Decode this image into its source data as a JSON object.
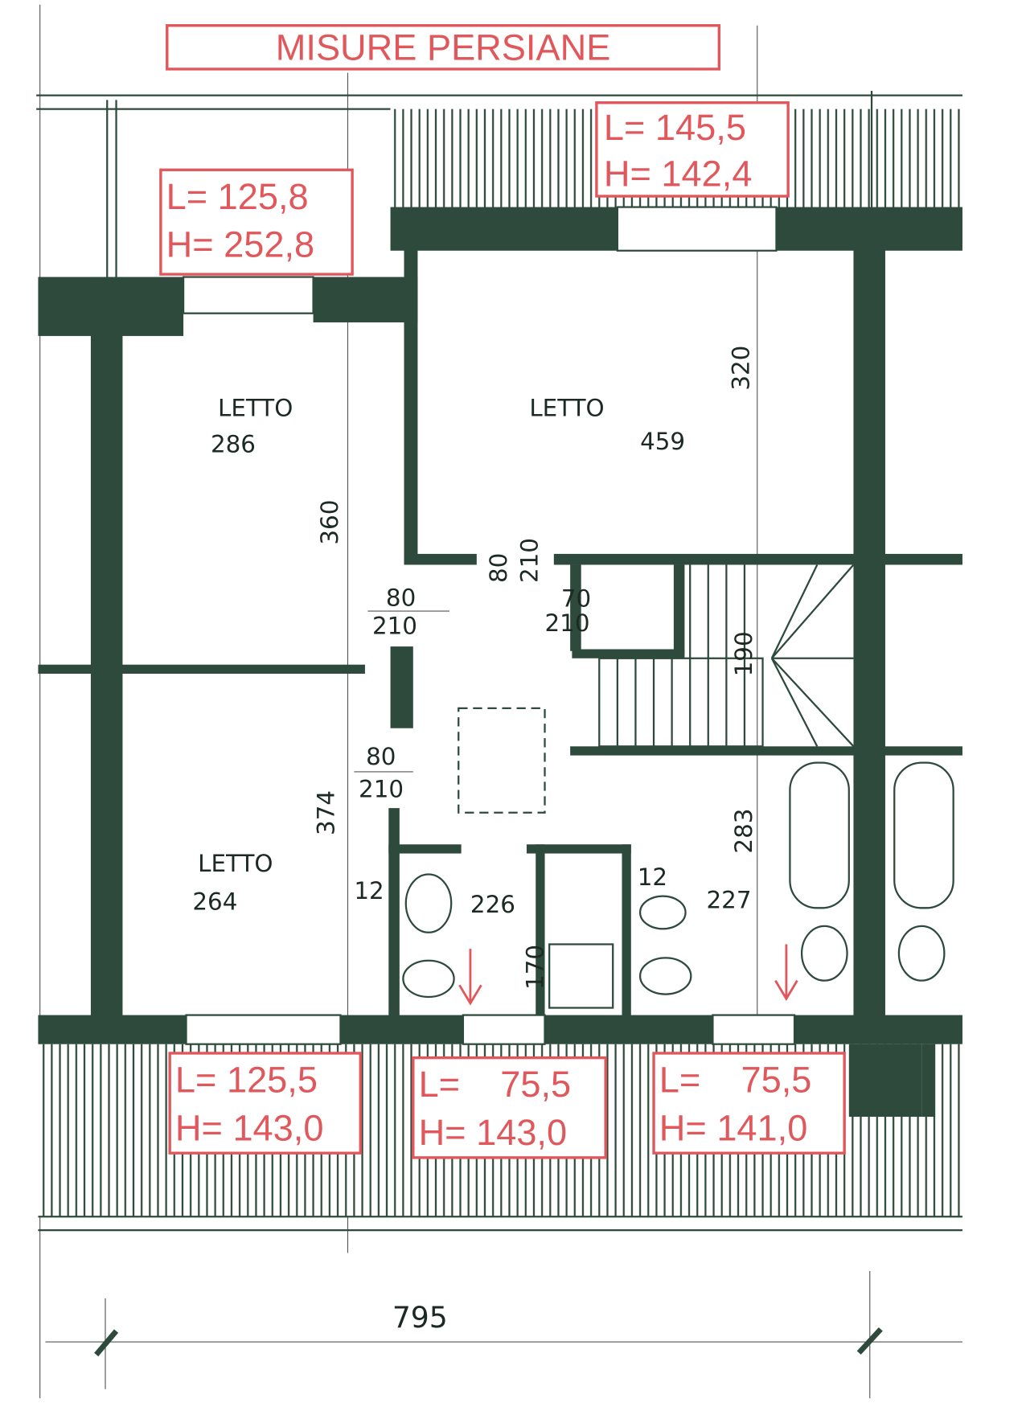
{
  "title": "MISURE PERSIANE",
  "shutters": [
    {
      "id": "top-right",
      "L": "L= 145,5",
      "H": "H= 142,4"
    },
    {
      "id": "top-left",
      "L": "L= 125,8",
      "H": "H= 252,8"
    },
    {
      "id": "bottom-left",
      "L": "L= 125,5",
      "H": "H= 143,0"
    },
    {
      "id": "bottom-middle",
      "L": "L=    75,5",
      "H": "H= 143,0"
    },
    {
      "id": "bottom-right",
      "L": "L=    75,5",
      "H": "H= 141,0"
    }
  ],
  "rooms": [
    {
      "name": "LETTO",
      "width": "286",
      "depth": "360"
    },
    {
      "name": "LETTO",
      "width": "459",
      "depth": "320"
    },
    {
      "name": "LETTO",
      "width": "264",
      "depth": "374"
    }
  ],
  "doors": [
    {
      "w": "80",
      "h": "210"
    },
    {
      "w": "80",
      "h": "210"
    },
    {
      "w": "80",
      "h": "210"
    },
    {
      "w": "70",
      "h": "210"
    }
  ],
  "dimensions": {
    "stairs": "190",
    "bath_depth": "283",
    "bath1_wall": "12",
    "bath1_width": "226",
    "bath2_wall": "12",
    "bath2_width": "227",
    "bath_small": "170",
    "total_width": "795"
  },
  "colors": {
    "annotation": "#e0585c",
    "wall": "#2e4a3d"
  }
}
